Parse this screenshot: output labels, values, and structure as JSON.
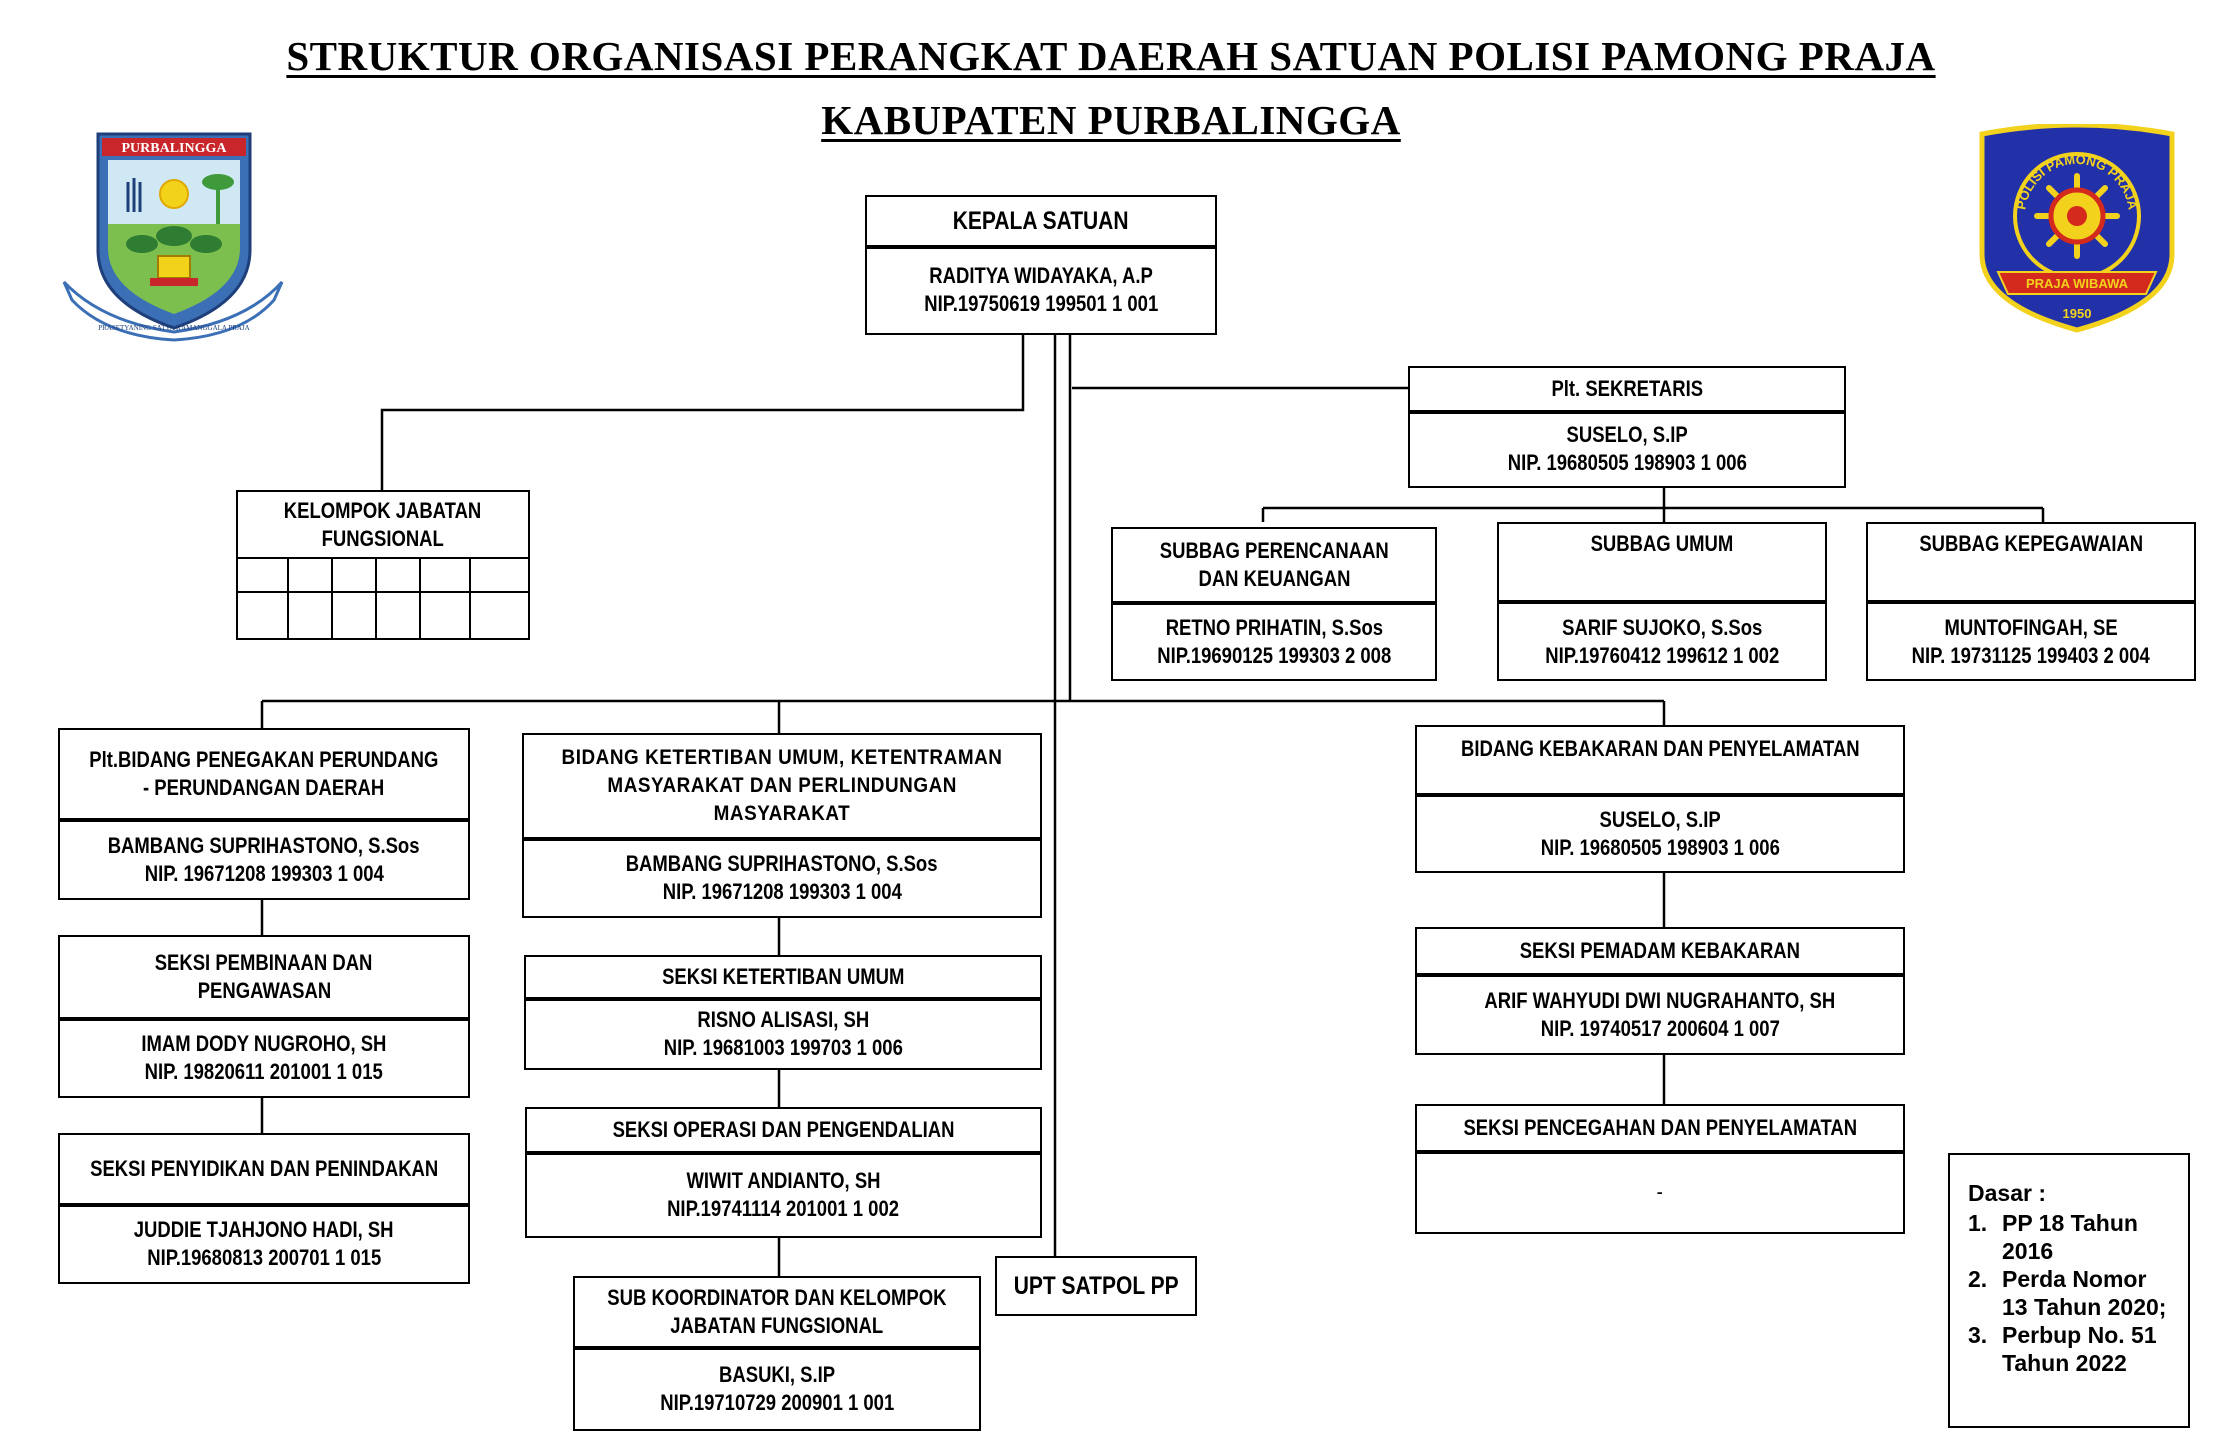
{
  "title": {
    "line1": "STRUKTUR ORGANISASI PERANGKAT DAERAH SATUAN POLISI PAMONG PRAJA",
    "line2": "KABUPATEN PURBALINGGA"
  },
  "logos": {
    "left": {
      "banner": "PURBALINGGA",
      "motto": "PRASETYANING SATYA KAMANGGALA PRAJA"
    },
    "right": {
      "ring_text": "POLISI PAMONG PRAJA",
      "banner": "PRAJA WIBAWA",
      "year": "1950"
    }
  },
  "nodes": {
    "kepala": {
      "title": "KEPALA SATUAN",
      "name": "RADITYA WIDAYAKA, A.P",
      "nip": "NIP.19750619 199501 1 001"
    },
    "sekretaris": {
      "title": "Plt. SEKRETARIS",
      "name": "SUSELO, S.IP",
      "nip": "NIP. 19680505 198903 1 006"
    },
    "fungsional": {
      "title_line1": "KELOMPOK JABATAN",
      "title_line2": "FUNGSIONAL"
    },
    "subbag_perencanaan": {
      "title_line1": "SUBBAG PERENCANAAN",
      "title_line2": "DAN KEUANGAN",
      "name": "RETNO PRIHATIN, S.Sos",
      "nip": "NIP.19690125 199303 2 008"
    },
    "subbag_umum": {
      "title": "SUBBAG UMUM",
      "name": "SARIF SUJOKO, S.Sos",
      "nip": "NIP.19760412 199612 1 002"
    },
    "subbag_kepegawaian": {
      "title": "SUBBAG KEPEGAWAIAN",
      "name": "MUNTOFINGAH, SE",
      "nip": "NIP. 19731125 199403 2 004"
    },
    "bidang_penegakan": {
      "title_line1": "Plt.BIDANG PENEGAKAN PERUNDANG",
      "title_line2": "- PERUNDANGAN DAERAH",
      "name": "BAMBANG SUPRIHASTONO, S.Sos",
      "nip": "NIP. 19671208 199303 1 004"
    },
    "seksi_pembinaan": {
      "title_line1": "SEKSI PEMBINAAN DAN",
      "title_line2": "PENGAWASAN",
      "name": "IMAM DODY NUGROHO, SH",
      "nip": "NIP. 19820611 201001 1 015"
    },
    "seksi_penyidikan": {
      "title": "SEKSI PENYIDIKAN DAN PENINDAKAN",
      "name": "JUDDIE TJAHJONO HADI, SH",
      "nip": "NIP.19680813 200701 1 015"
    },
    "bidang_trantibum": {
      "title_line1": "BIDANG  KETERTIBAN UMUM, KETENTRAMAN",
      "title_line2": "MASYARAKAT DAN PERLINDUNGAN",
      "title_line3": "MASYARAKAT",
      "name": "BAMBANG SUPRIHASTONO, S.Sos",
      "nip": "NIP. 19671208 199303 1 004"
    },
    "seksi_ketertiban": {
      "title": "SEKSI KETERTIBAN UMUM",
      "name": "RISNO ALISASI, SH",
      "nip": "NIP. 19681003 199703 1 006"
    },
    "seksi_operasi": {
      "title": "SEKSI OPERASI DAN PENGENDALIAN",
      "name": "WIWIT ANDIANTO, SH",
      "nip": "NIP.19741114 201001 1 002"
    },
    "sub_koordinator": {
      "title_line1": "SUB KOORDINATOR DAN KELOMPOK",
      "title_line2": "JABATAN FUNGSIONAL",
      "name": "BASUKI, S.IP",
      "nip": "NIP.19710729 200901 1 001"
    },
    "upt": {
      "title": "UPT SATPOL PP"
    },
    "bidang_kebakaran": {
      "title": "BIDANG KEBAKARAN DAN PENYELAMATAN",
      "name": "SUSELO, S.IP",
      "nip": "NIP. 19680505 198903 1 006"
    },
    "seksi_pemadam": {
      "title": "SEKSI PEMADAM KEBAKARAN",
      "name": "ARIF WAHYUDI DWI NUGRAHANTO, SH",
      "nip": "NIP. 19740517 200604 1 007"
    },
    "seksi_pencegahan": {
      "title": "SEKSI PENCEGAHAN DAN PENYELAMATAN",
      "name": "-"
    }
  },
  "dasar": {
    "heading": "Dasar :",
    "items": [
      {
        "num": "1.",
        "text": "PP 18 Tahun 2016"
      },
      {
        "num": "2.",
        "text": "Perda Nomor 13 Tahun 2020;"
      },
      {
        "num": "3.",
        "text": "Perbup No. 51 Tahun 2022"
      }
    ]
  },
  "colors": {
    "line": "#000000",
    "left_logo_blue": "#3b6fb6",
    "left_logo_green": "#3f9a3c",
    "left_logo_red": "#c8262b",
    "left_logo_yellow": "#f3d21a",
    "right_logo_blue": "#2231a8",
    "right_logo_yellow": "#f2d21c",
    "right_logo_red": "#d42a1e"
  }
}
